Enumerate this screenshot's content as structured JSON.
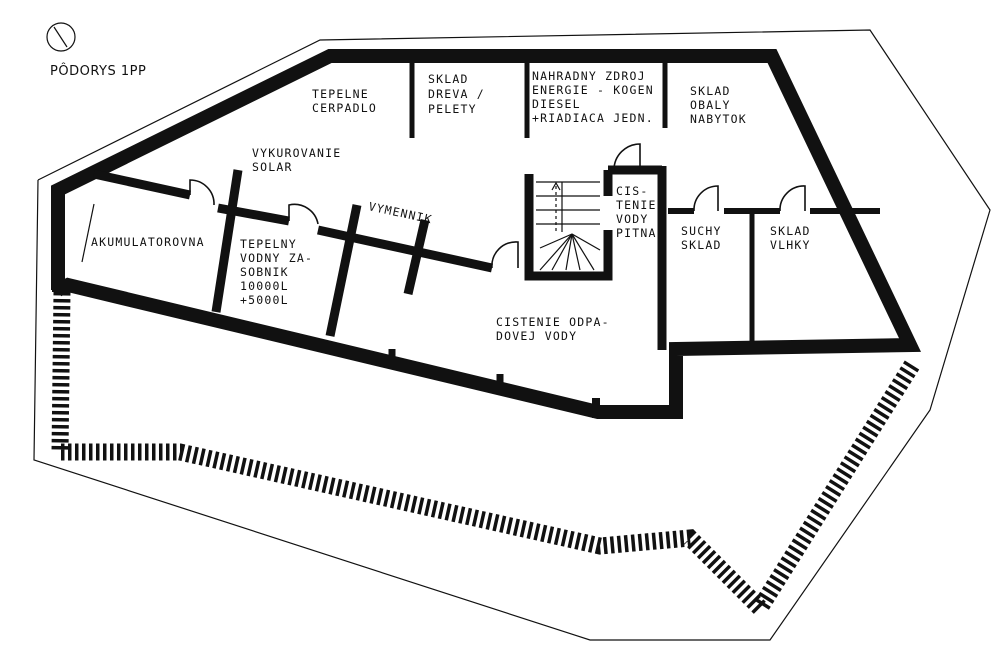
{
  "plan": {
    "title": "PÔDORYS 1PP",
    "north_icon": "north-arrow-icon",
    "rooms": {
      "tepelne_cerpadlo": [
        "TEPELNE",
        "CERPADLO"
      ],
      "sklad_dreva": [
        "SKLAD",
        "DREVA /",
        "PELETY"
      ],
      "nahradny_zdroj": [
        "NAHRADNY ZDROJ",
        "ENERGIE - KOGEN",
        "DIESEL",
        "+RIADIACA JEDN."
      ],
      "sklad_obaly": [
        "SKLAD",
        "OBALY",
        "NABYTOK"
      ],
      "vykurovanie": [
        "VYKUROVANIE",
        "SOLAR"
      ],
      "vymennik": [
        "VYMENNIK"
      ],
      "akumulatorovna": [
        "AKUMULATOROVNA"
      ],
      "tepelny_zasobnik": [
        "TEPELNY",
        "VODNY ZA-",
        "SOBNIK",
        "10000L",
        "+5000L"
      ],
      "cistenie_pitna": [
        "CIS-",
        "TENIE",
        "VODY",
        "PITNA"
      ],
      "suchy_sklad": [
        "SUCHY",
        "SKLAD"
      ],
      "sklad_vlhky": [
        "SKLAD",
        "VLHKY"
      ],
      "cistenie_odpadovej": [
        "CISTENIE ODPA-",
        "DOVEJ VODY"
      ]
    }
  }
}
